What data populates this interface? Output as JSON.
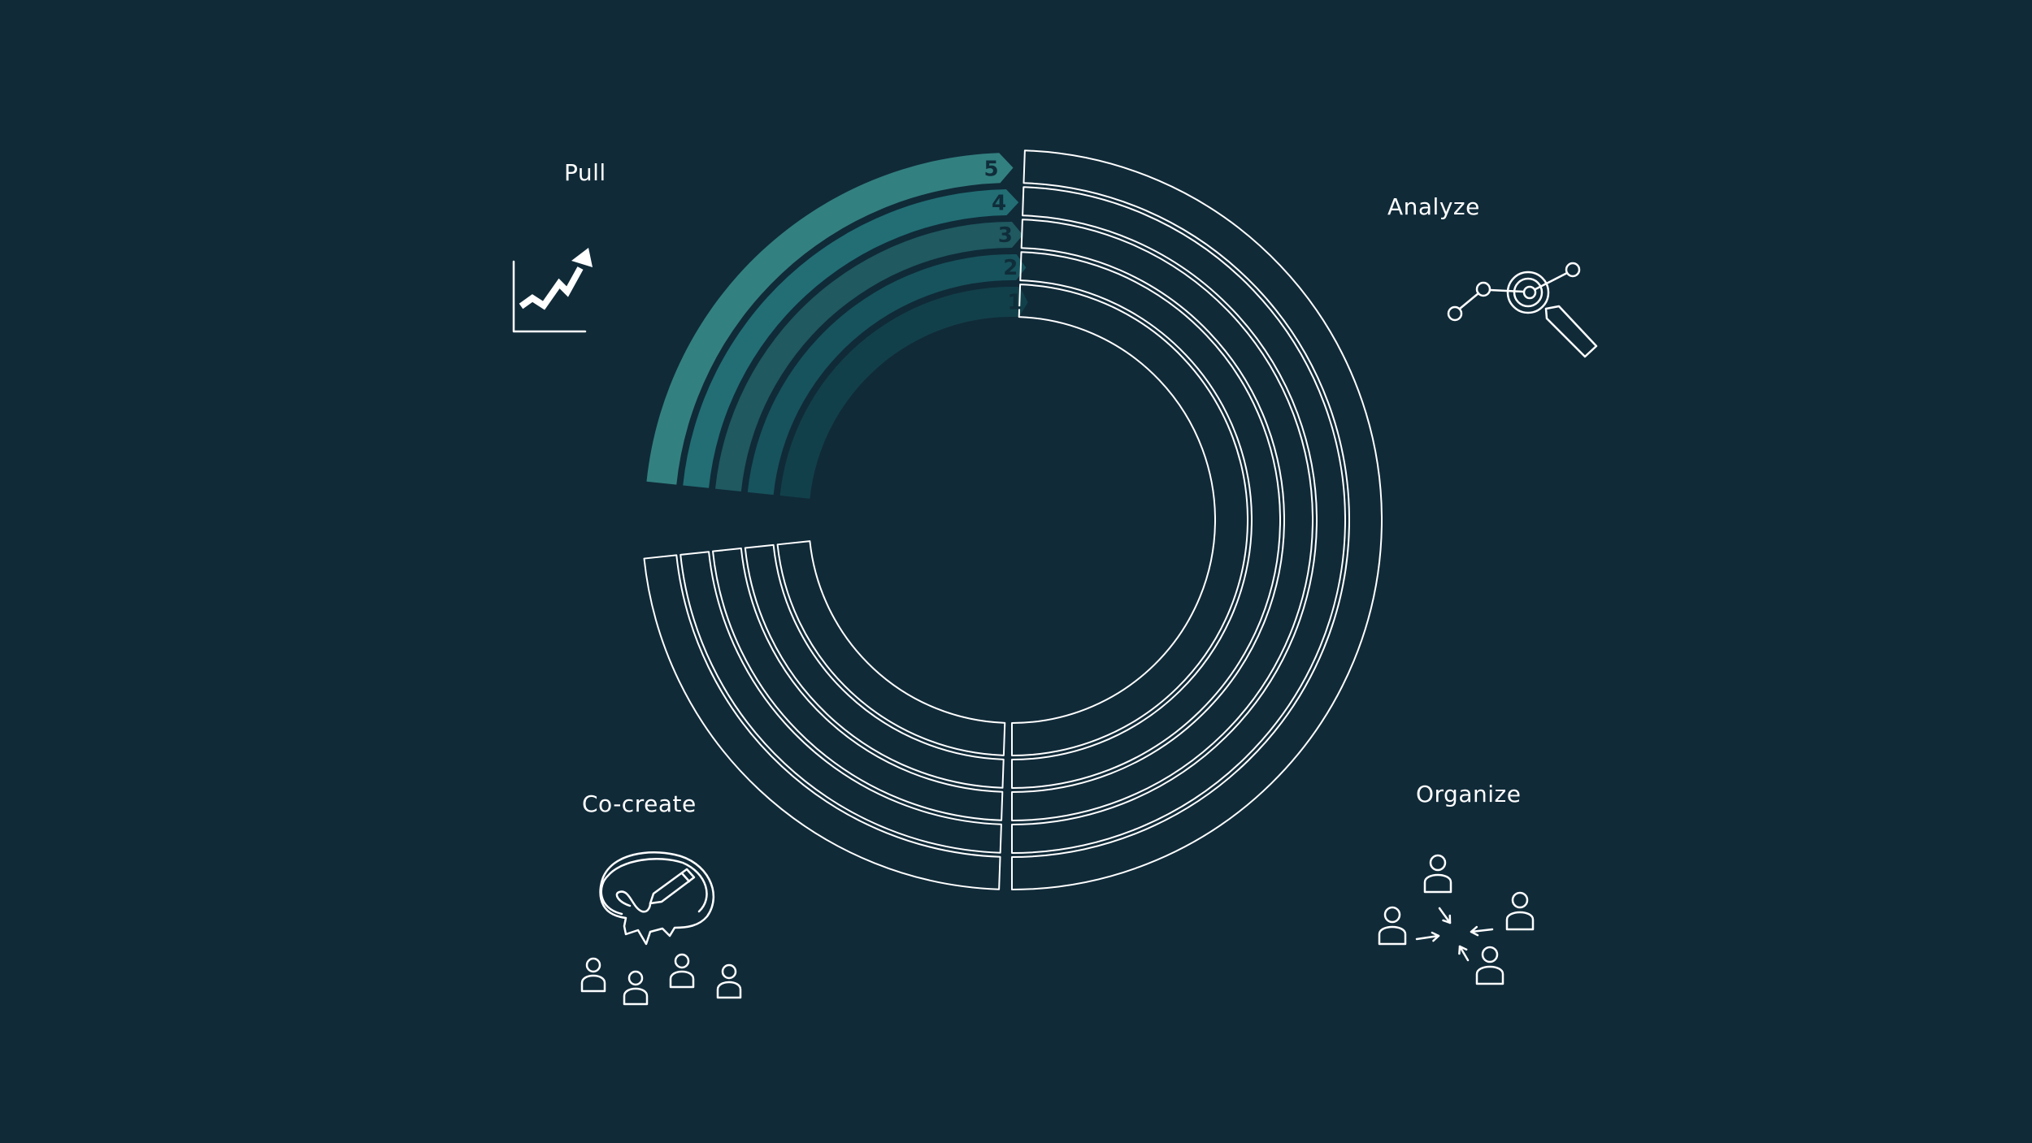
{
  "quadrants": {
    "pull": {
      "label": "Pull",
      "icon": "growth-chart-icon"
    },
    "analyze": {
      "label": "Analyze",
      "icon": "magnify-analysis-icon"
    },
    "organize": {
      "label": "Organize",
      "icon": "people-converge-icon"
    },
    "cocreate": {
      "label": "Co-create",
      "icon": "speech-bubble-pencil-people-icon"
    }
  },
  "levels": [
    "1",
    "2",
    "3",
    "4",
    "5"
  ],
  "colors": {
    "background": "#102a38",
    "outline": "#ffffff",
    "level_fills": [
      "#12404a",
      "#17535c",
      "#205960",
      "#226e74",
      "#338080"
    ]
  }
}
